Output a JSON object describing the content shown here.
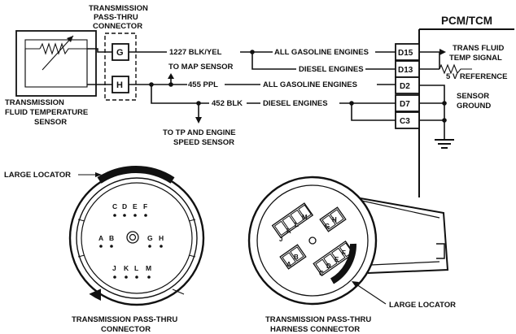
{
  "labels": {
    "pass_thru_connector_title_1": "TRANSMISSION",
    "pass_thru_connector_title_2": "PASS-THRU",
    "pass_thru_connector_title_3": "CONNECTOR",
    "sensor_title_1": "TRANSMISSION",
    "sensor_title_2": "FLUID TEMPERATURE",
    "sensor_title_3": "SENSOR",
    "pin_g": "G",
    "pin_h": "H",
    "wire_blk_yel": "1227 BLK/YEL",
    "wire_ppl": "455 PPL",
    "wire_blk": "452 BLK",
    "to_map_sensor": "TO MAP SENSOR",
    "to_tp_1": "TO TP AND ENGINE",
    "to_tp_2": "SPEED SENSOR",
    "all_gas_1": "ALL GASOLINE ENGINES",
    "diesel_1": "DIESEL ENGINES",
    "all_gas_2": "ALL GASOLINE ENGINES",
    "diesel_2": "DIESEL ENGINES",
    "pcm_tcm": "PCM/TCM",
    "term_d15": "D15",
    "term_d13": "D13",
    "term_d2": "D2",
    "term_d7": "D7",
    "term_c3": "C3",
    "trans_fluid_1": "TRANS FLUID",
    "trans_fluid_2": "TEMP SIGNAL",
    "five_v_ref": "5 V REFERENCE",
    "sensor_ground_1": "SENSOR",
    "sensor_ground_2": "GROUND",
    "large_locator_left": "LARGE LOCATOR",
    "large_locator_right": "LARGE LOCATOR",
    "left_conn_caption_1": "TRANSMISSION PASS-THRU",
    "left_conn_caption_2": "CONNECTOR",
    "right_conn_caption_1": "TRANSMISSION PASS-THRU",
    "right_conn_caption_2": "HARNESS CONNECTOR"
  },
  "left_connector_pins": {
    "C": "C",
    "D": "D",
    "E": "E",
    "F": "F",
    "A": "A",
    "B": "B",
    "G": "G",
    "H": "H",
    "J": "J",
    "K": "K",
    "L": "L",
    "M": "M"
  },
  "right_connector_pins": {
    "J": "J",
    "K": "K",
    "L": "L",
    "M": "M",
    "G": "G",
    "H": "H",
    "A": "A",
    "B": "B",
    "C": "C",
    "D": "D",
    "E": "E",
    "F": "F"
  }
}
